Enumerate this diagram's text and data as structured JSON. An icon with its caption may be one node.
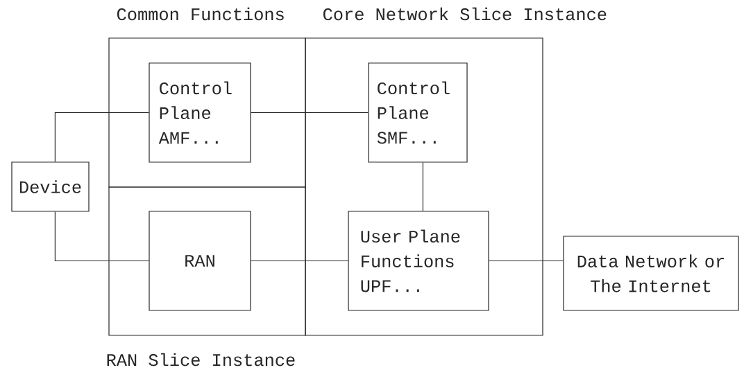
{
  "diagram": {
    "nodes": [
      {
        "text": [
          "Common Functions"
        ]
      },
      {
        "text": [
          "Control Plane AMF..."
        ],
        "in": 0
      },
      {
        "text": [
          "Core Network Slice Instance"
        ]
      },
      {
        "text": [
          "Control Plane SMF..."
        ],
        "in": 2
      },
      {
        "text": [
          "Device"
        ]
      },
      {
        "text": [
          "RAN Slice Instance"
        ]
      },
      {
        "text": [
          "RAN"
        ],
        "in": 5
      },
      {
        "text": [
          "User Plane Functions UPF..."
        ],
        "in": 2
      },
      {
        "text": [
          "Data Network or The Internet"
        ]
      }
    ],
    "edges": [
      {
        "from": 4,
        "to": 1,
        "arrow": "none"
      },
      {
        "from": 1,
        "to": 3,
        "arrow": "none"
      },
      {
        "from": 3,
        "to": 7,
        "arrow": "none"
      },
      {
        "from": 4,
        "to": 6,
        "arrow": "none"
      },
      {
        "from": 6,
        "to": 7,
        "arrow": "none"
      },
      {
        "from": 7,
        "to": 8,
        "arrow": "none"
      }
    ]
  }
}
